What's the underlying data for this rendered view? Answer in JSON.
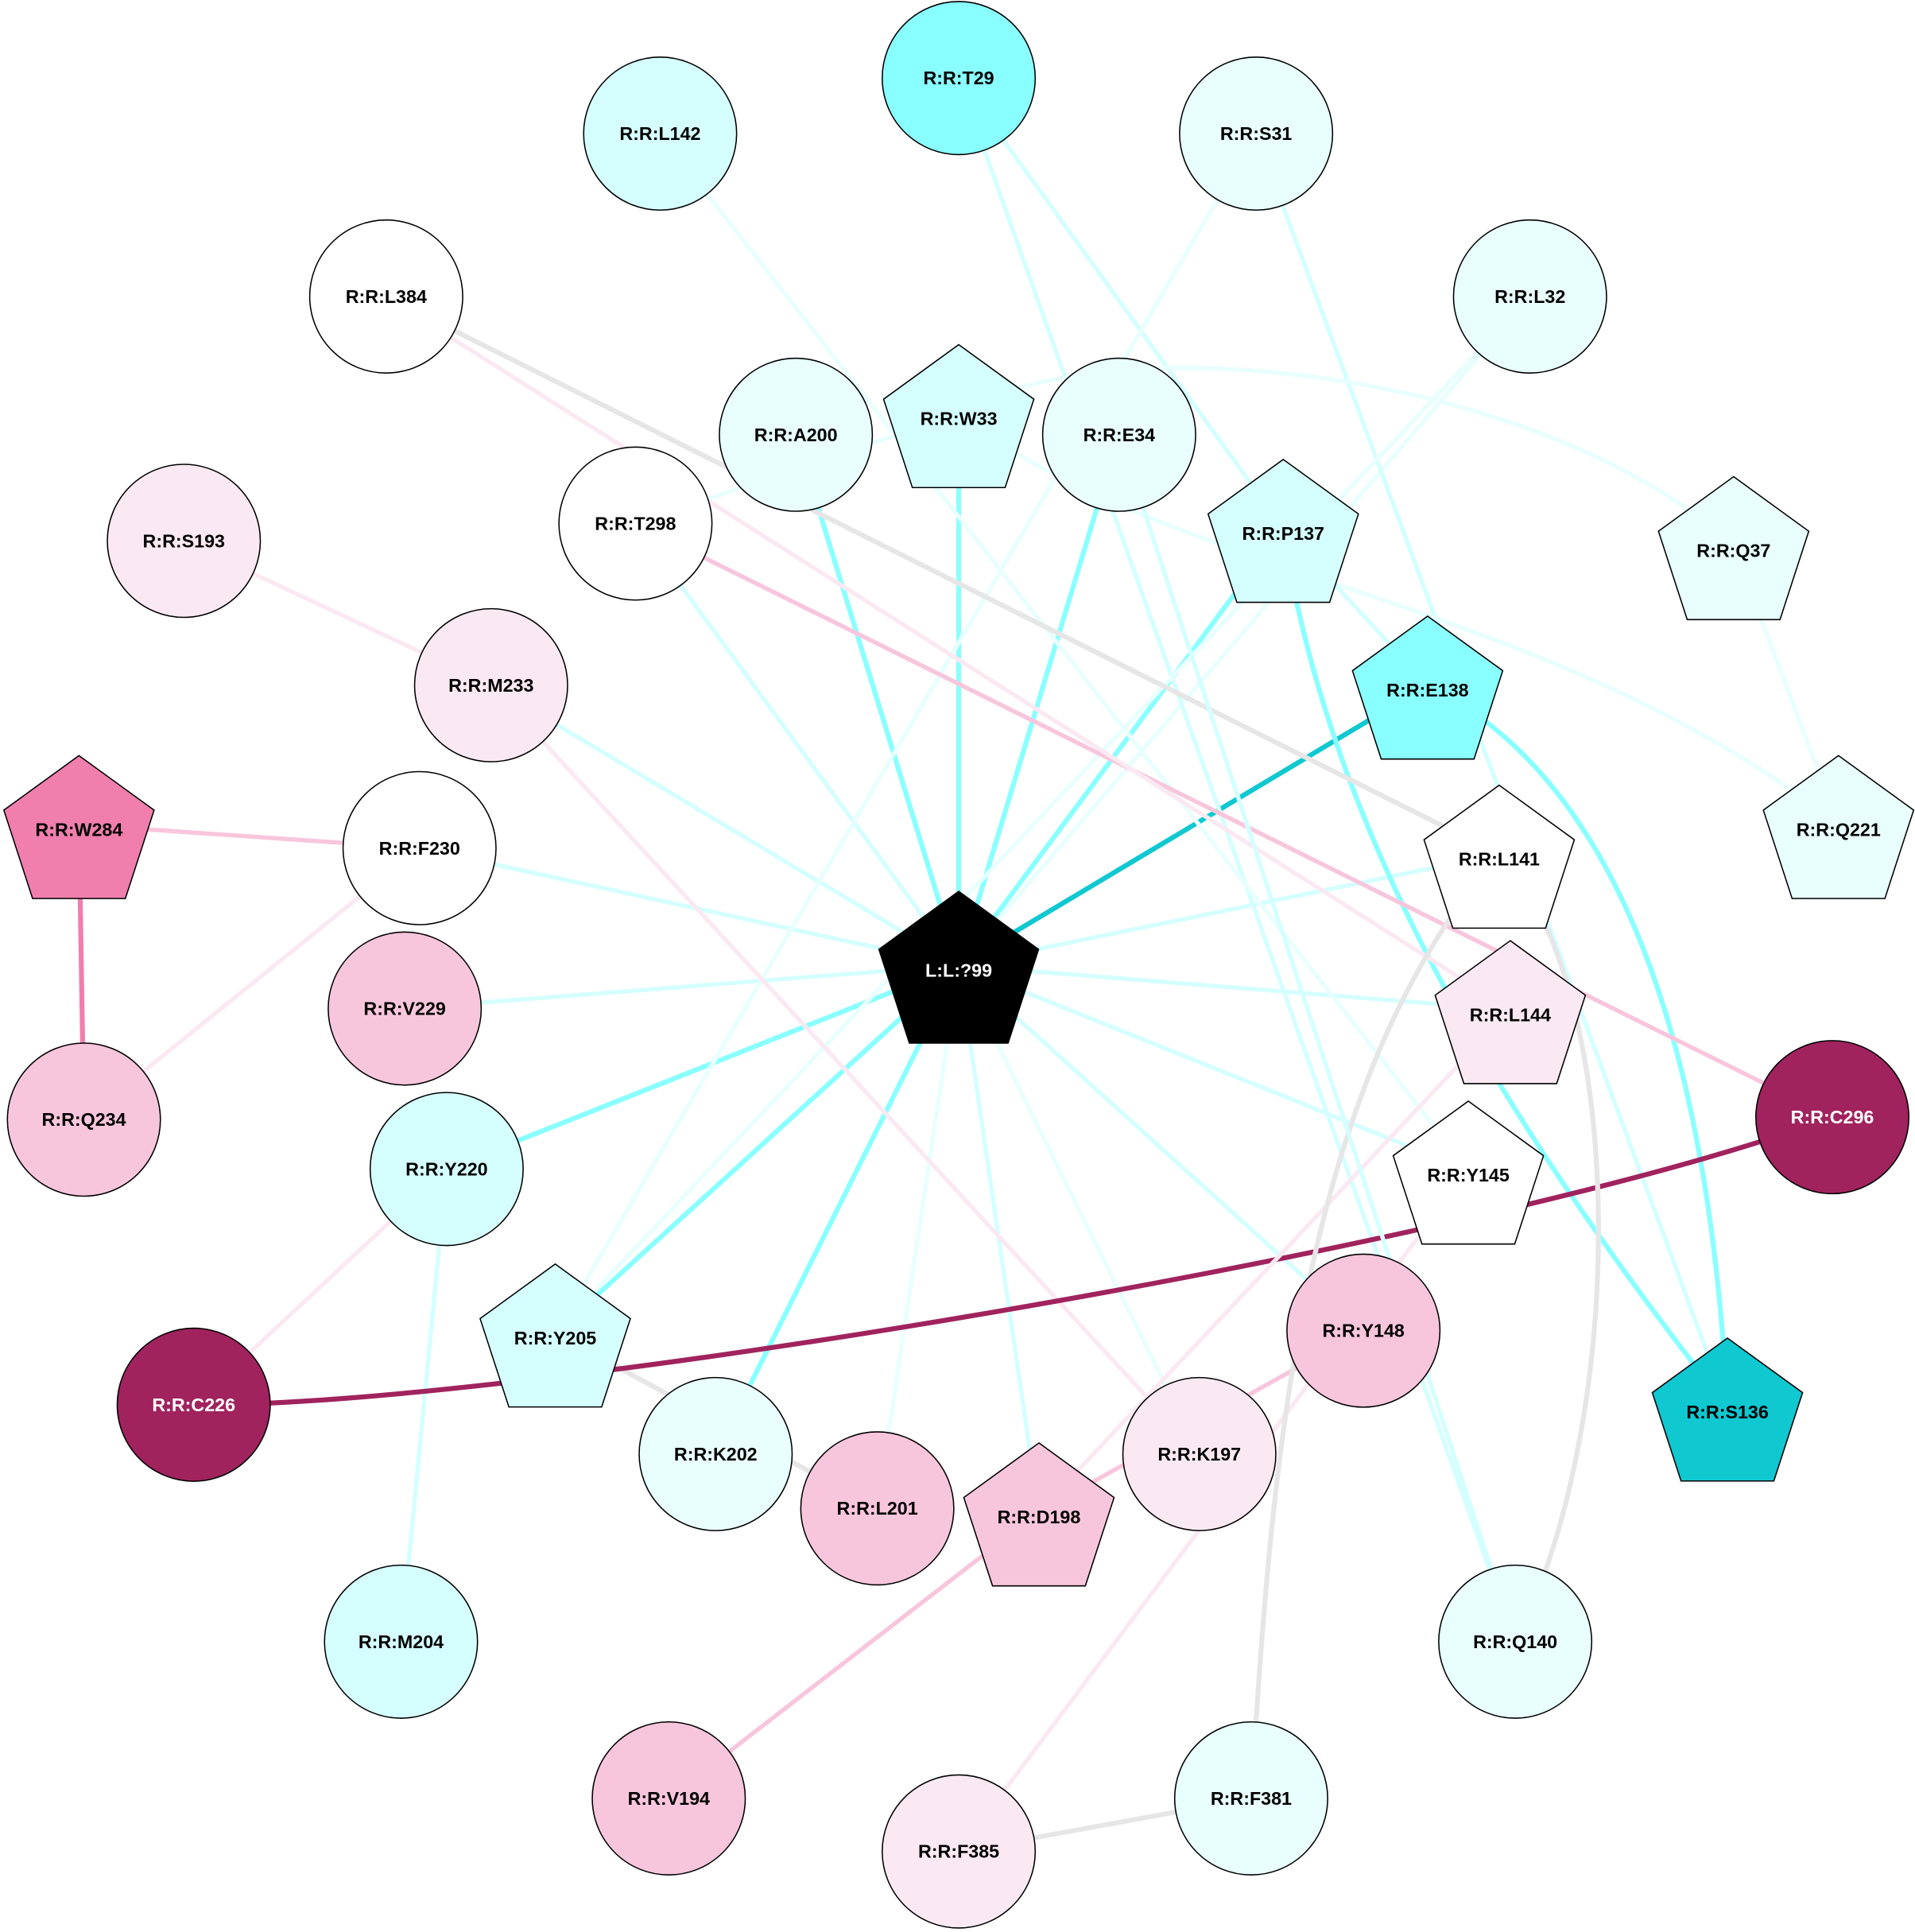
{
  "nodes": [
    {
      "id": "T29",
      "label": "R:R:T29",
      "shape": "circle",
      "fill": "#8affff",
      "text": "#000000"
    },
    {
      "id": "L142",
      "label": "R:R:L142",
      "shape": "circle",
      "fill": "#d5ffff",
      "text": "#000000"
    },
    {
      "id": "S31",
      "label": "R:R:S31",
      "shape": "circle",
      "fill": "#e8fffd",
      "text": "#000000"
    },
    {
      "id": "L384",
      "label": "R:R:L384",
      "shape": "circle",
      "fill": "#ffffff",
      "text": "#000000"
    },
    {
      "id": "L32",
      "label": "R:R:L32",
      "shape": "circle",
      "fill": "#e8fffd",
      "text": "#000000"
    },
    {
      "id": "A200",
      "label": "R:R:A200",
      "shape": "circle",
      "fill": "#e8fffd",
      "text": "#000000"
    },
    {
      "id": "W33",
      "label": "R:R:W33",
      "shape": "pentagon",
      "fill": "#d5ffff",
      "text": "#000000"
    },
    {
      "id": "E34",
      "label": "R:R:E34",
      "shape": "circle",
      "fill": "#e8fffd",
      "text": "#000000"
    },
    {
      "id": "P137",
      "label": "R:R:P137",
      "shape": "pentagon",
      "fill": "#d5ffff",
      "text": "#000000"
    },
    {
      "id": "Q37",
      "label": "R:R:Q37",
      "shape": "pentagon",
      "fill": "#e8fffd",
      "text": "#000000"
    },
    {
      "id": "S193",
      "label": "R:R:S193",
      "shape": "circle",
      "fill": "#fae9f2",
      "text": "#000000"
    },
    {
      "id": "T298",
      "label": "R:R:T298",
      "shape": "circle",
      "fill": "#ffffff",
      "text": "#000000"
    },
    {
      "id": "M233",
      "label": "R:R:M233",
      "shape": "circle",
      "fill": "#fae9f2",
      "text": "#000000"
    },
    {
      "id": "E138",
      "label": "R:R:E138",
      "shape": "pentagon",
      "fill": "#8affff",
      "text": "#000000"
    },
    {
      "id": "W284",
      "label": "R:R:W284",
      "shape": "pentagon",
      "fill": "#f07fae",
      "text": "#000000"
    },
    {
      "id": "F230",
      "label": "R:R:F230",
      "shape": "circle",
      "fill": "#ffffff",
      "text": "#000000"
    },
    {
      "id": "Q221",
      "label": "R:R:Q221",
      "shape": "pentagon",
      "fill": "#e8fffd",
      "text": "#000000"
    },
    {
      "id": "L141",
      "label": "R:R:L141",
      "shape": "pentagon",
      "fill": "#ffffff",
      "text": "#000000"
    },
    {
      "id": "LIG",
      "label": "L:L:?99",
      "shape": "pentagon",
      "fill": "#000000",
      "text": "#ffffff"
    },
    {
      "id": "V229",
      "label": "R:R:V229",
      "shape": "circle",
      "fill": "#f8c6dc",
      "text": "#000000"
    },
    {
      "id": "L144",
      "label": "R:R:L144",
      "shape": "pentagon",
      "fill": "#fae9f2",
      "text": "#000000"
    },
    {
      "id": "Q234",
      "label": "R:R:Q234",
      "shape": "circle",
      "fill": "#f8c6dc",
      "text": "#000000"
    },
    {
      "id": "C296",
      "label": "R:R:C296",
      "shape": "circle",
      "fill": "#a0235e",
      "text": "#ffffff"
    },
    {
      "id": "Y220",
      "label": "R:R:Y220",
      "shape": "circle",
      "fill": "#d5ffff",
      "text": "#000000"
    },
    {
      "id": "Y145",
      "label": "R:R:Y145",
      "shape": "pentagon",
      "fill": "#ffffff",
      "text": "#000000"
    },
    {
      "id": "Y205",
      "label": "R:R:Y205",
      "shape": "pentagon",
      "fill": "#d5ffff",
      "text": "#000000"
    },
    {
      "id": "C226",
      "label": "R:R:C226",
      "shape": "circle",
      "fill": "#a0235e",
      "text": "#ffffff"
    },
    {
      "id": "Y148",
      "label": "R:R:Y148",
      "shape": "circle",
      "fill": "#f8c6dc",
      "text": "#000000"
    },
    {
      "id": "S136",
      "label": "R:R:S136",
      "shape": "pentagon",
      "fill": "#10c8d0",
      "text": "#000000"
    },
    {
      "id": "K202",
      "label": "R:R:K202",
      "shape": "circle",
      "fill": "#e8fffd",
      "text": "#000000"
    },
    {
      "id": "L201",
      "label": "R:R:L201",
      "shape": "circle",
      "fill": "#f8c6dc",
      "text": "#000000"
    },
    {
      "id": "D198",
      "label": "R:R:D198",
      "shape": "pentagon",
      "fill": "#f8c6dc",
      "text": "#000000"
    },
    {
      "id": "K197",
      "label": "R:R:K197",
      "shape": "circle",
      "fill": "#fae9f2",
      "text": "#000000"
    },
    {
      "id": "M204",
      "label": "R:R:M204",
      "shape": "circle",
      "fill": "#d5ffff",
      "text": "#000000"
    },
    {
      "id": "Q140",
      "label": "R:R:Q140",
      "shape": "circle",
      "fill": "#e8fffd",
      "text": "#000000"
    },
    {
      "id": "V194",
      "label": "R:R:V194",
      "shape": "circle",
      "fill": "#f8c6dc",
      "text": "#000000"
    },
    {
      "id": "F385",
      "label": "R:R:F385",
      "shape": "circle",
      "fill": "#fae9f2",
      "text": "#000000"
    },
    {
      "id": "F381",
      "label": "R:R:F381",
      "shape": "circle",
      "fill": "#e8fffd",
      "text": "#000000"
    }
  ],
  "edges": [
    {
      "from": "LIG",
      "to": "E138",
      "color": "#10c8d0"
    },
    {
      "from": "LIG",
      "to": "A200",
      "color": "#8affff"
    },
    {
      "from": "LIG",
      "to": "W33",
      "color": "#8affff"
    },
    {
      "from": "LIG",
      "to": "E34",
      "color": "#8affff"
    },
    {
      "from": "LIG",
      "to": "P137",
      "color": "#8affff"
    },
    {
      "from": "LIG",
      "to": "Y220",
      "color": "#8affff"
    },
    {
      "from": "LIG",
      "to": "Y205",
      "color": "#8affff"
    },
    {
      "from": "LIG",
      "to": "K202",
      "color": "#8affff"
    },
    {
      "from": "LIG",
      "to": "T298",
      "color": "#d5ffff"
    },
    {
      "from": "LIG",
      "to": "M233",
      "color": "#d5ffff"
    },
    {
      "from": "LIG",
      "to": "F230",
      "color": "#d5ffff"
    },
    {
      "from": "LIG",
      "to": "V229",
      "color": "#d5ffff"
    },
    {
      "from": "LIG",
      "to": "L141",
      "color": "#d5ffff"
    },
    {
      "from": "LIG",
      "to": "L144",
      "color": "#d5ffff"
    },
    {
      "from": "LIG",
      "to": "Y145",
      "color": "#d5ffff"
    },
    {
      "from": "LIG",
      "to": "Y148",
      "color": "#d5ffff"
    },
    {
      "from": "LIG",
      "to": "L201",
      "color": "#e8fffd"
    },
    {
      "from": "LIG",
      "to": "D198",
      "color": "#d5ffff"
    },
    {
      "from": "LIG",
      "to": "K197",
      "color": "#e8fffd"
    },
    {
      "from": "LIG",
      "to": "L32",
      "color": "#e8fffd"
    },
    {
      "from": "T29",
      "to": "P137",
      "color": "#d5ffff"
    },
    {
      "from": "T29",
      "to": "Q140",
      "color": "#d5ffff"
    },
    {
      "from": "L142",
      "to": "Y145",
      "color": "#e8fffd"
    },
    {
      "from": "S31",
      "to": "Y205",
      "color": "#e8fffd"
    },
    {
      "from": "S31",
      "to": "S136",
      "color": "#d5ffff"
    },
    {
      "from": "L32",
      "to": "Y205",
      "color": "#e8fffd"
    },
    {
      "from": "W33",
      "to": "Q37",
      "color": "#e8fffd"
    },
    {
      "from": "W33",
      "to": "Q221",
      "color": "#e8fffd"
    },
    {
      "from": "T298",
      "to": "W33",
      "color": "#e8fffd"
    },
    {
      "from": "P137",
      "to": "S136",
      "color": "#8affff"
    },
    {
      "from": "P137",
      "to": "E138",
      "color": "#d5ffff"
    },
    {
      "from": "E138",
      "to": "S136",
      "color": "#8affff"
    },
    {
      "from": "Q37",
      "to": "Q221",
      "color": "#e8fffd"
    },
    {
      "from": "T298",
      "to": "C296",
      "color": "#f8c6dc"
    },
    {
      "from": "L384",
      "to": "L141",
      "color": "#e6e6e6"
    },
    {
      "from": "L384",
      "to": "L144",
      "color": "#fae9f2"
    },
    {
      "from": "S193",
      "to": "M233",
      "color": "#fae9f2"
    },
    {
      "from": "M233",
      "to": "K197",
      "color": "#fae9f2"
    },
    {
      "from": "W284",
      "to": "F230",
      "color": "#f8c6dc"
    },
    {
      "from": "W284",
      "to": "Q234",
      "color": "#f07fae"
    },
    {
      "from": "F230",
      "to": "Q234",
      "color": "#fae9f2"
    },
    {
      "from": "Y220",
      "to": "C226",
      "color": "#fae9f2"
    },
    {
      "from": "Y220",
      "to": "M204",
      "color": "#d5ffff"
    },
    {
      "from": "Y205",
      "to": "L201",
      "color": "#e6e6e6"
    },
    {
      "from": "C226",
      "to": "C296",
      "color": "#a0235e"
    },
    {
      "from": "Y148",
      "to": "D198",
      "color": "#f8c6dc"
    },
    {
      "from": "D198",
      "to": "V194",
      "color": "#f8c6dc"
    },
    {
      "from": "L144",
      "to": "D198",
      "color": "#fae9f2"
    },
    {
      "from": "Y145",
      "to": "F385",
      "color": "#fae9f2"
    },
    {
      "from": "L141",
      "to": "F381",
      "color": "#e6e6e6"
    },
    {
      "from": "L141",
      "to": "Q140",
      "color": "#e6e6e6"
    },
    {
      "from": "F385",
      "to": "F381",
      "color": "#e6e6e6"
    },
    {
      "from": "E34",
      "to": "Q140",
      "color": "#d5ffff"
    }
  ]
}
